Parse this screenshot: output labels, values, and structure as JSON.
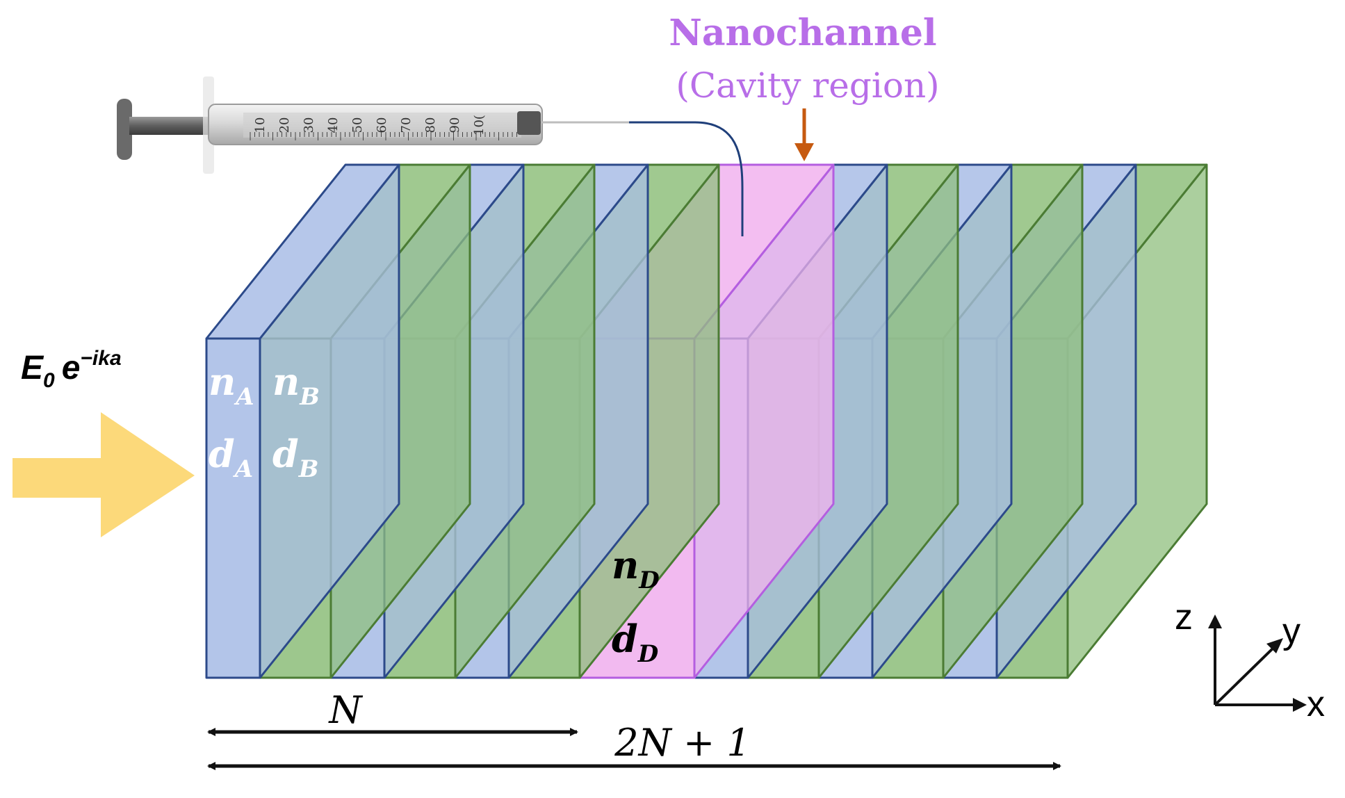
{
  "title": {
    "main": "Nanochannel",
    "sub": "(Cavity region)"
  },
  "incident": {
    "base": "E",
    "sub": "0",
    "exp": "e",
    "sup": "−ika"
  },
  "layer_labels": {
    "nA": {
      "base": "n",
      "sub": "A"
    },
    "nB": {
      "base": "n",
      "sub": "B"
    },
    "dA": {
      "base": "d",
      "sub": "A"
    },
    "dB": {
      "base": "d",
      "sub": "B"
    },
    "nD": {
      "base": "n",
      "sub": "D"
    },
    "dD": {
      "base": "d",
      "sub": "D"
    }
  },
  "dimensions": {
    "n_label": "N",
    "total_label": "2N + 1"
  },
  "axes": {
    "x": "x",
    "y": "y",
    "z": "z"
  },
  "syringe": {
    "scale": [
      "10",
      "20",
      "30",
      "40",
      "50",
      "60",
      "70",
      "80",
      "90",
      "10("
    ]
  },
  "colors": {
    "layer_A": "#a9bde6",
    "layer_B": "#8fbf7d",
    "cavity": "#f1b3ee",
    "cavity_text": "#b86ee8",
    "arrow_incident": "#fcd97a",
    "arrow_cavity": "#c65a10",
    "edge_A": "#2c4a8a",
    "edge_B": "#4b7c34",
    "edge_cavity": "#b45ee0"
  },
  "structure": {
    "sequence": [
      "A",
      "B",
      "A",
      "B",
      "A",
      "B",
      "D",
      "A",
      "B",
      "A",
      "B",
      "A",
      "B"
    ]
  }
}
